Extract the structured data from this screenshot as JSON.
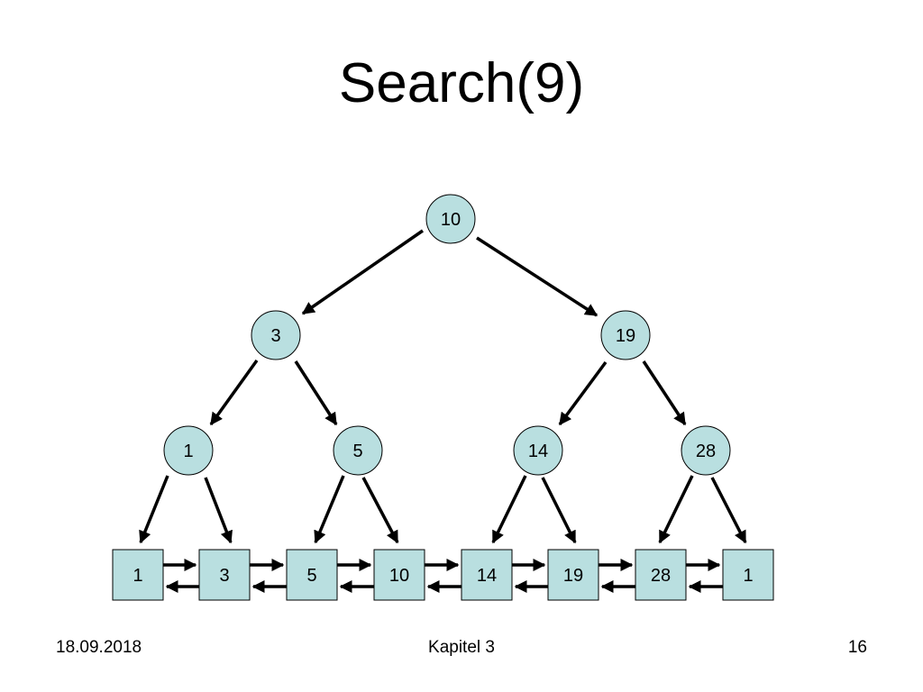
{
  "title": "Search(9)",
  "colors": {
    "node_fill": "#b9dfe0",
    "stroke": "#000000"
  },
  "tree": {
    "root": "10",
    "level2": [
      "3",
      "19"
    ],
    "level3": [
      "1",
      "5",
      "14",
      "28"
    ]
  },
  "leaves": [
    "1",
    "3",
    "5",
    "10",
    "14",
    "19",
    "28",
    "1"
  ],
  "footer": {
    "date": "18.09.2018",
    "chapter": "Kapitel 3",
    "page": "16"
  }
}
